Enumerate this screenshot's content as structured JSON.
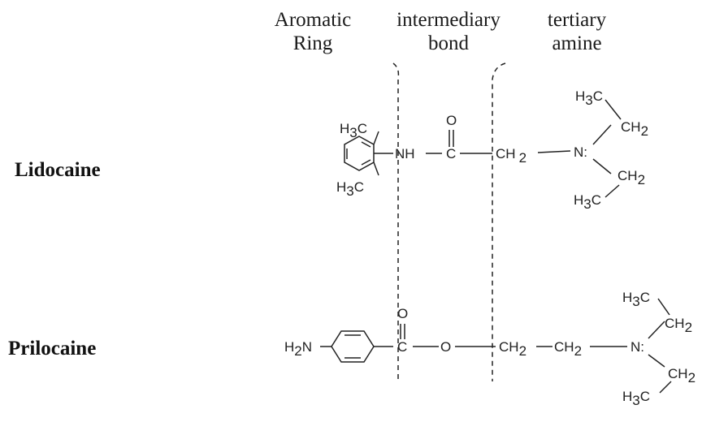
{
  "headers": {
    "aromatic": [
      "Aromatic",
      "Ring"
    ],
    "intermediary": [
      "intermediary",
      "bond"
    ],
    "amine": [
      "tertiary",
      "amine"
    ]
  },
  "drugs": {
    "lidocaine": {
      "name": "Lidocaine",
      "labels": {
        "h3c_top_left": "H",
        "h3c_top_left_sub": "3",
        "h3c_top_left_c": "C",
        "h3c_bot_left": "H",
        "h3c_bot_left_sub": "3",
        "h3c_bot_left_c": "C",
        "nh": "NH",
        "o": "O",
        "c": "C",
        "ch2": "CH",
        "ch2_sub": "2",
        "n": "N:",
        "h3c_top_right": "H",
        "h3c_top_right_sub": "3",
        "h3c_top_right_c": "C",
        "ch2_top_right": "CH",
        "ch2_top_right_sub": "2",
        "ch2_bot_right": "CH",
        "ch2_bot_right_sub": "2",
        "h3c_bot_right": "H",
        "h3c_bot_right_sub": "3",
        "h3c_bot_right_c": "C"
      }
    },
    "prilocaine": {
      "name": "Prilocaine",
      "labels": {
        "h2n": "H",
        "h2n_sub": "2",
        "h2n_n": "N",
        "o_top": "O",
        "c": "C",
        "o": "O",
        "ch2a": "CH",
        "ch2a_sub": "2",
        "ch2b": "CH",
        "ch2b_sub": "2",
        "n": "N:",
        "h3c_top_right": "H",
        "h3c_top_right_sub": "3",
        "h3c_top_right_c": "C",
        "ch2_top_right": "CH",
        "ch2_top_right_sub": "2",
        "ch2_bot_right": "CH",
        "ch2_bot_right_sub": "2",
        "h3c_bot_right": "H",
        "h3c_bot_right_sub": "3",
        "h3c_bot_right_c": "C"
      }
    }
  },
  "colors": {
    "ink": "#222222",
    "background": "#ffffff"
  }
}
